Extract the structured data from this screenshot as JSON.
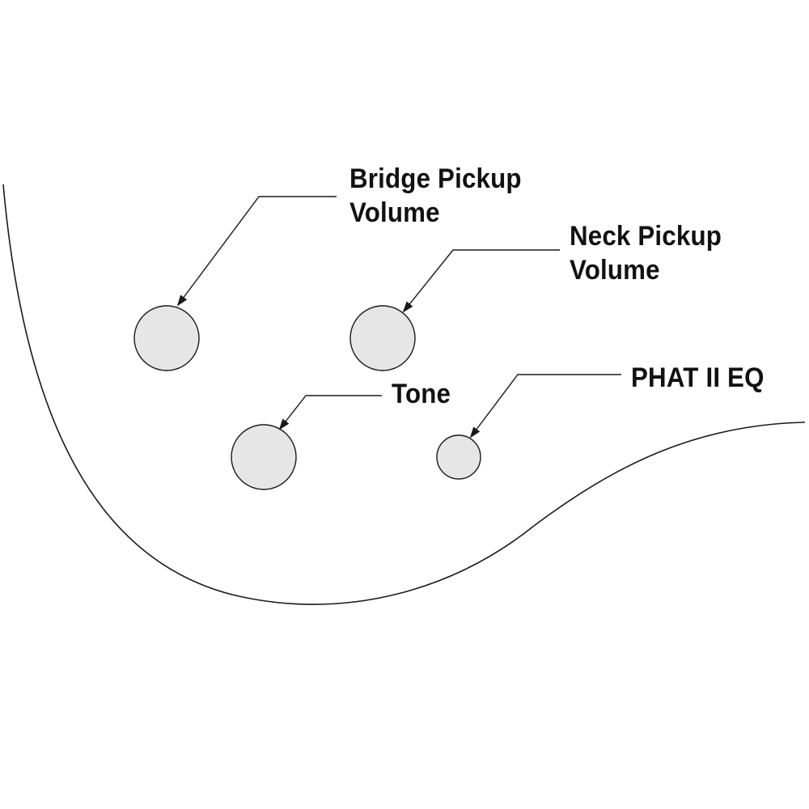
{
  "labels": {
    "bridge": {
      "line1": "Bridge Pickup",
      "line2": "Volume"
    },
    "neck": {
      "line1": "Neck Pickup",
      "line2": "Volume"
    },
    "tone": {
      "line1": "Tone"
    },
    "phat": {
      "line1": "PHAT II EQ"
    }
  },
  "colors": {
    "knob_fill": "#e6e6e6",
    "stroke": "#1a1a1a",
    "text": "#111111",
    "background": "#ffffff"
  }
}
